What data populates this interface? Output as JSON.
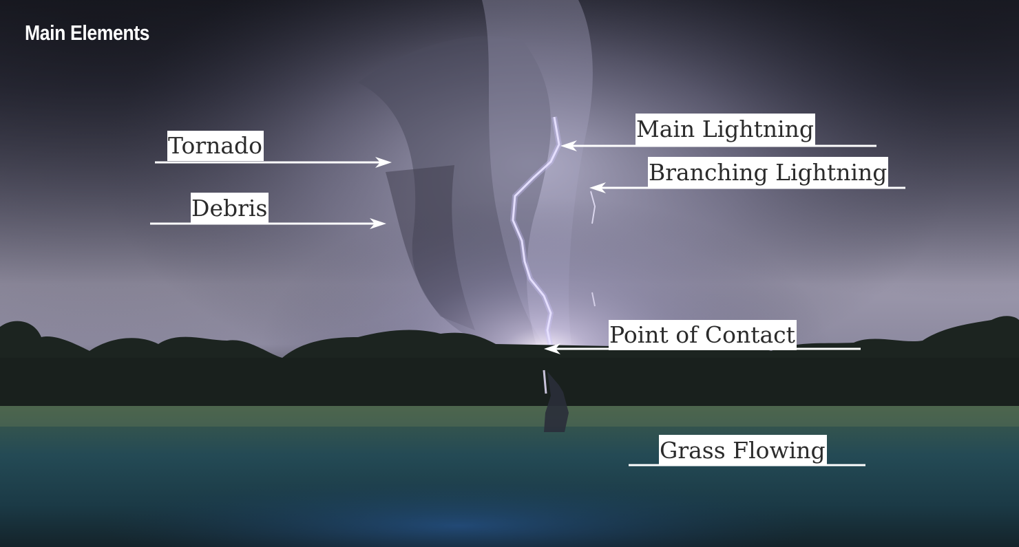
{
  "title": "Main Elements",
  "annotations": {
    "tornado": "Tornado",
    "debris": "Debris",
    "main_lightning": "Main Lightning",
    "branching_lightning": "Branching Lightning",
    "point_of_contact": "Point of Contact",
    "grass_flowing": "Grass Flowing"
  },
  "colors": {
    "label_background": "#ffffff",
    "label_text": "#2b2b2b",
    "arrow": "#ffffff",
    "sky_glow": "#c9c4de",
    "grass": "#1f4a52"
  }
}
